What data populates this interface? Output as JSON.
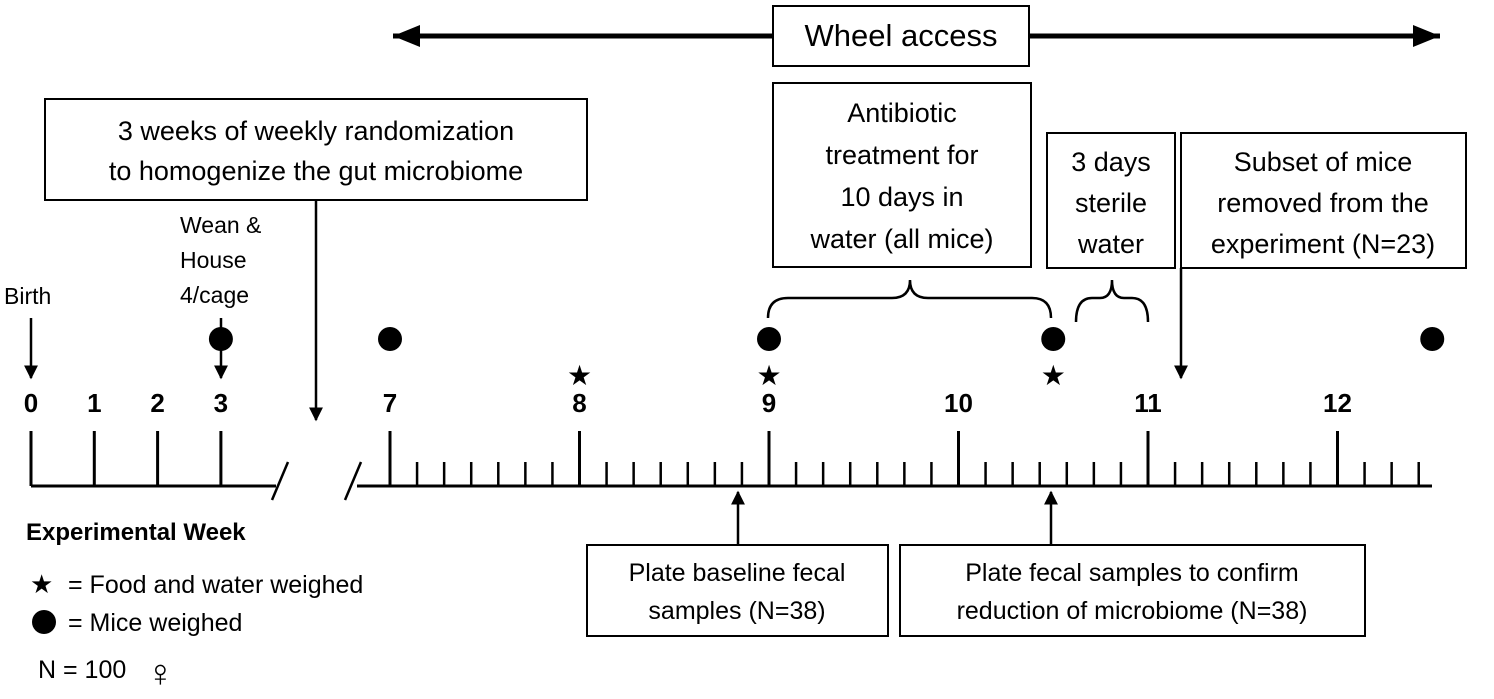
{
  "wheel_access": "Wheel access",
  "boxes": {
    "randomization": [
      "3 weeks of weekly randomization",
      "to homogenize the gut microbiome"
    ],
    "antibiotic": [
      "Antibiotic",
      "treatment for",
      "10 days in",
      "water (all mice)"
    ],
    "sterile": [
      "3 days",
      "sterile",
      "water"
    ],
    "subset": [
      "Subset of mice",
      "removed from the",
      "experiment (N=23)"
    ],
    "baseline": [
      "Plate baseline fecal",
      "samples (N=38)"
    ],
    "confirm": [
      "Plate fecal samples to confirm",
      "reduction of microbiome (N=38)"
    ]
  },
  "labels": {
    "birth": "Birth",
    "wean": [
      "Wean &",
      "House",
      "4/cage"
    ]
  },
  "week_labels": [
    "0",
    "1",
    "2",
    "3",
    "7",
    "8",
    "9",
    "10",
    "11",
    "12"
  ],
  "axis_title": "Experimental Week",
  "legend": {
    "star_text": "= Food and water weighed",
    "circle_text": "= Mice weighed",
    "n_text": "N = 100",
    "female_symbol": "♀"
  },
  "markers": {
    "star_symbol": "★",
    "mice_weighed_weeks": [
      3,
      7,
      9,
      10.5,
      12.5
    ],
    "food_water_weighed_weeks": [
      8,
      9,
      10.5
    ]
  },
  "icons": [
    "star-icon",
    "circle-icon",
    "female-symbol-icon",
    "arrow-icon",
    "brace-icon"
  ]
}
